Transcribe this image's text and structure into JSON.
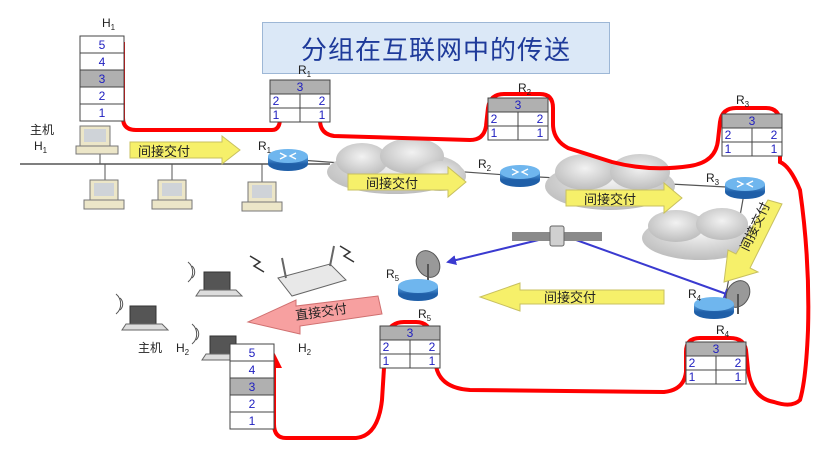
{
  "title": "分组在互联网中的传送",
  "host1": {
    "label": "主机",
    "sub": "1",
    "name": "H"
  },
  "host2": {
    "label": "主机",
    "name": "H",
    "sub": "2"
  },
  "stack": [
    "5",
    "4",
    "3",
    "2",
    "1"
  ],
  "router_stack": [
    "3",
    "2",
    "1"
  ],
  "routers": [
    {
      "name": "R",
      "sub": "1"
    },
    {
      "name": "R",
      "sub": "2"
    },
    {
      "name": "R",
      "sub": "3"
    },
    {
      "name": "R",
      "sub": "4"
    },
    {
      "name": "R",
      "sub": "5"
    }
  ],
  "indirect_label": "间接交付",
  "direct_label": "直接交付",
  "colors": {
    "path": "#ff0000",
    "arrow_yellow": "#f6f06a",
    "arrow_pink": "#f7a0a0",
    "layer_gray": "#b0b0b0",
    "stack_text": "#2020c0"
  }
}
